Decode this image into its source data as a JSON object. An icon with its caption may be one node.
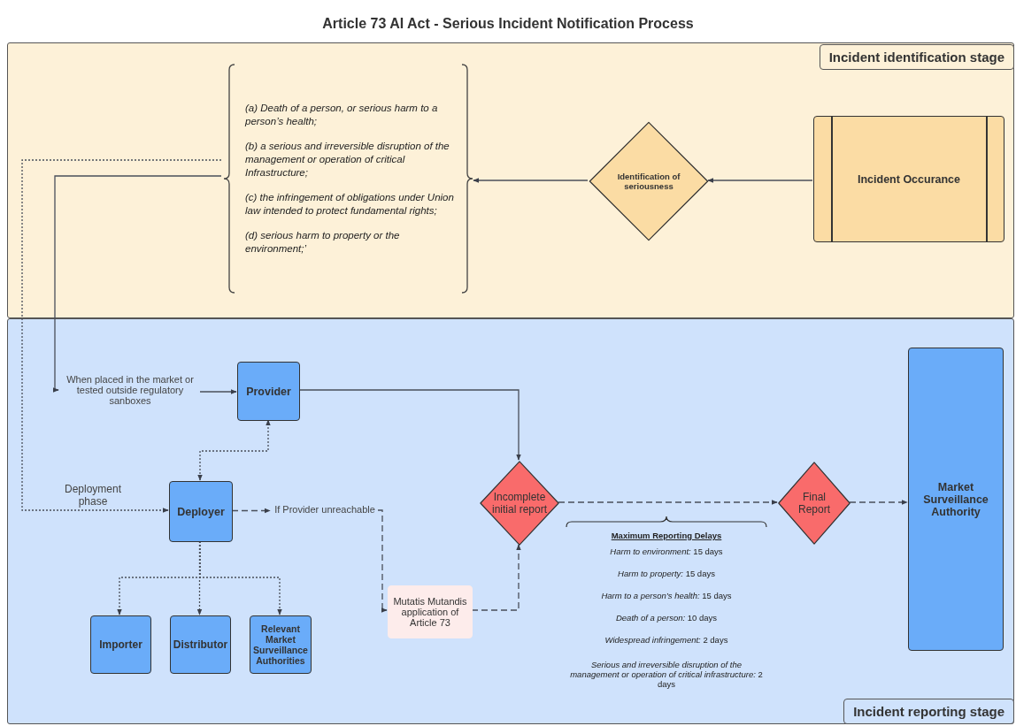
{
  "diagram": {
    "title": "Article 73 AI Act - Serious Incident Notification Process",
    "nodes": [
      {
        "text": [
          "Incident identification stage"
        ]
      },
      {
        "text": [
          "(a) Death of a person, or serious harm to a person’s health;",
          "(b) a serious and irreversible disruption of the management or operation of critical Infrastructure;",
          "(c) the infringement of obligations under Union law intended to protect fundamental rights;",
          "(d) serious harm to property or the environment;’"
        ],
        "in": 0
      },
      {
        "text": [
          "Identification of seriousness"
        ],
        "in": 0
      },
      {
        "text": [
          "Incident Occurance"
        ],
        "in": 0
      },
      {
        "text": [
          "Incident reporting stage"
        ]
      },
      {
        "text": [
          "When placed in the market or tested outside regulatory sanboxes"
        ],
        "in": 4
      },
      {
        "text": [
          "Provider"
        ],
        "in": 4
      },
      {
        "text": [
          "Deployer"
        ],
        "in": 4
      },
      {
        "text": [
          "If Provider unreachable"
        ],
        "in": 4
      },
      {
        "text": [
          "Importer"
        ],
        "in": 4
      },
      {
        "text": [
          "Distributor"
        ],
        "in": 4
      },
      {
        "text": [
          "Relevant Market Surveillance Authorities"
        ],
        "in": 4
      },
      {
        "text": [
          "Mutatis Mutandis application of Article 73"
        ],
        "in": 4
      },
      {
        "text": [
          "Incomplete initial report"
        ],
        "in": 4
      },
      {
        "text": [
          "Final Report"
        ],
        "in": 4
      },
      {
        "text": [
          "Market Surveillance Authority"
        ],
        "in": 4
      }
    ],
    "edges": [
      {
        "from": 3,
        "to": 2,
        "arrow": "to"
      },
      {
        "from": 2,
        "to": 1,
        "arrow": "to"
      },
      {
        "from": 1,
        "to": 5,
        "arrow": "to"
      },
      {
        "from": 5,
        "to": 6,
        "arrow": "to"
      },
      {
        "from": 1,
        "to": 7,
        "arrow": "to",
        "label": "Deployment phase",
        "style": "dashed"
      },
      {
        "from": 6,
        "to": 7,
        "arrow": "both",
        "style": "dashed"
      },
      {
        "from": 7,
        "to": 8,
        "arrow": "to",
        "style": "dashed"
      },
      {
        "from": 8,
        "to": 12,
        "arrow": "to",
        "style": "dashed"
      },
      {
        "from": 7,
        "to": 9,
        "arrow": "to",
        "style": "dashed"
      },
      {
        "from": 7,
        "to": 10,
        "arrow": "to",
        "style": "dashed"
      },
      {
        "from": 7,
        "to": 11,
        "arrow": "to",
        "style": "dashed"
      },
      {
        "from": 12,
        "to": 13,
        "arrow": "to",
        "style": "dashed"
      },
      {
        "from": 6,
        "to": 13,
        "arrow": "to"
      },
      {
        "from": 13,
        "to": 14,
        "arrow": "to",
        "style": "dashed"
      },
      {
        "from": 14,
        "to": 15,
        "arrow": "to",
        "style": "dashed"
      }
    ],
    "labels": [
      "Maximum Reporting Delays",
      "*Harm to environment:* 15 days",
      "*Harm to property:* 15 days",
      "*Harm to a person’s health:* 15 days",
      "*Death of a person:* 10 days",
      "*Widespread infringement:* 2 days",
      "*Serious and irreversible disruption of the management or operation of critical infrastructure:* 2 days"
    ]
  }
}
